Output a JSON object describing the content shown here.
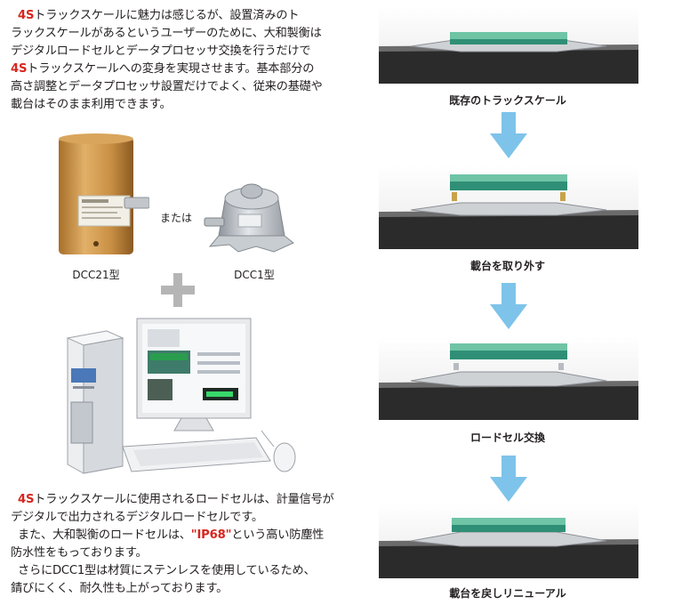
{
  "intro": {
    "brand": "4S",
    "line1_rest": "トラックスケールに魅力は感じるが、設置済みのト",
    "line2": "ラックスケールがあるというユーザーのために、大和製衡は",
    "line3": "デジタルロードセルとデータプロセッサ交換を行うだけで",
    "line4_rest": "トラックスケールへの変身を実現させます。基本部分の",
    "line5": "高さ調整とデータプロセッサ設置だけでよく、従来の基礎や",
    "line6": "載台はそのまま利用できます。"
  },
  "products": {
    "dcc21_label": "DCC21型",
    "or_label": "または",
    "dcc1_label": "DCC1型"
  },
  "bottom": {
    "brand": "4S",
    "line1_rest": "トラックスケールに使用されるロードセルは、計量信号が",
    "line2": "デジタルで出力されるデジタルロードセルです。",
    "line3_pre": "また、大和製衡のロードセルは、",
    "ip68": "\"IP68\"",
    "line3_post": "という高い防塵性",
    "line4": "防水性をもっております。",
    "line5": "さらにDCC1型は材質にステンレスを使用しているため、",
    "line6": "錆びにくく、耐久性も上がっております。"
  },
  "steps": [
    {
      "caption": "既存のトラックスケール"
    },
    {
      "caption": "載台を取り外す"
    },
    {
      "caption": "ロードセル交換"
    },
    {
      "caption": "載台を戻しリニューアル"
    }
  ],
  "colors": {
    "accent_red": "#d7261e",
    "arrow_blue": "#7ec3ea",
    "platform_green": "#6fc4a6",
    "ground_dark": "#2b2b2b"
  }
}
